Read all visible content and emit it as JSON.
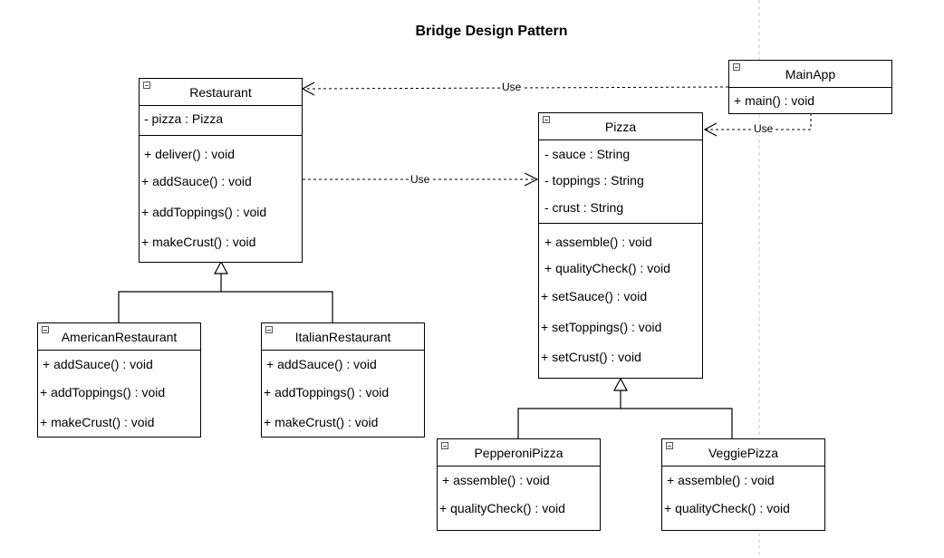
{
  "diagram": {
    "title": "Bridge Design Pattern",
    "classes": {
      "restaurant": {
        "name": "Restaurant",
        "attributes": [
          "- pizza : Pizza"
        ],
        "methods": [
          "+ deliver() : void",
          "+ addSauce() : void",
          "+ addToppings() : void",
          "+ makeCrust() : void"
        ]
      },
      "american_restaurant": {
        "name": "AmericanRestaurant",
        "methods": [
          "+ addSauce() : void",
          "+ addToppings() : void",
          "+ makeCrust() : void"
        ]
      },
      "italian_restaurant": {
        "name": "ItalianRestaurant",
        "methods": [
          "+ addSauce() : void",
          "+ addToppings() : void",
          "+ makeCrust() : void"
        ]
      },
      "pizza": {
        "name": "Pizza",
        "attributes": [
          "- sauce : String",
          "- toppings : String",
          "- crust : String"
        ],
        "methods": [
          "+ assemble() : void",
          "+ qualityCheck() : void",
          "+ setSauce() : void",
          "+ setToppings() : void",
          "+ setCrust() : void"
        ]
      },
      "pepperoni_pizza": {
        "name": "PepperoniPizza",
        "methods": [
          "+ assemble() : void",
          "+ qualityCheck() : void"
        ]
      },
      "veggie_pizza": {
        "name": "VeggiePizza",
        "methods": [
          "+ assemble() : void",
          "+ qualityCheck() : void"
        ]
      },
      "main_app": {
        "name": "MainApp",
        "methods": [
          "+ main() : void"
        ]
      }
    },
    "relations": {
      "mainapp_restaurant": "Use",
      "mainapp_pizza": "Use",
      "restaurant_pizza": "Use"
    }
  }
}
